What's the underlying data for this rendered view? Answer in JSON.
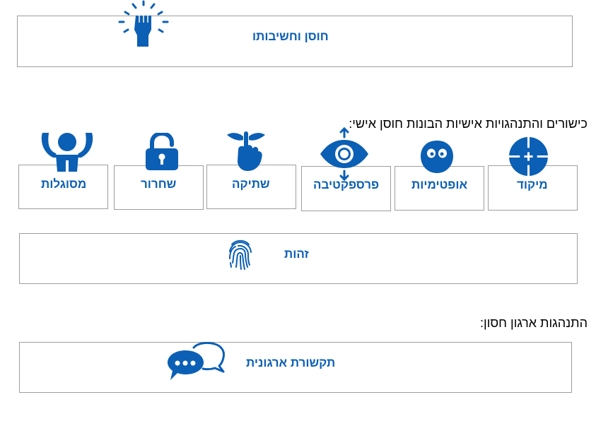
{
  "colors": {
    "accent": "#0b5fb4",
    "border": "#9e9e9e",
    "text": "#000000"
  },
  "top_card": {
    "label": "חוסן וחשיבותו",
    "icon": "raised-fist-icon"
  },
  "section_personal": {
    "heading": "כישורים והתנהגויות אישיות הבונות חוסן אישי:",
    "cards": [
      {
        "label": "מיקוד",
        "icon": "crosshair-icon"
      },
      {
        "label": "אופטימיות",
        "icon": "smiley-face-icon"
      },
      {
        "label": "פרספקטיבה",
        "icon": "eye-icon"
      },
      {
        "label": "שתיקה",
        "icon": "shush-hand-icon"
      },
      {
        "label": "שחרור",
        "icon": "unlocked-padlock-icon"
      },
      {
        "label": "מסוגלות",
        "icon": "person-arms-up-icon"
      }
    ]
  },
  "identity_card": {
    "label": "זהות",
    "icon": "fingerprint-icon"
  },
  "section_org": {
    "heading": "התנהגות ארגון חסון:",
    "cards": [
      {
        "label": "תקשורת ארגונית",
        "icon": "chat-bubbles-icon"
      }
    ]
  }
}
